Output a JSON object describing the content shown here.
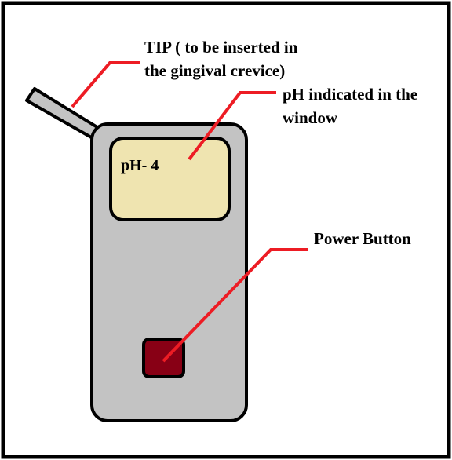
{
  "labels": {
    "tip_line1": "TIP ( to be inserted in",
    "tip_line2": "the gingival crevice)",
    "window_line1": "pH indicated in the",
    "window_line2": "window",
    "power": "Power Button",
    "display_reading": "pH- 4"
  },
  "colors": {
    "frame": "#000000",
    "device_body": "#c3c3c3",
    "display_window": "#efe4b0",
    "power_button": "#880015",
    "leader_lines": "#ed1c24"
  },
  "icons": {
    "device": "ph-meter-device",
    "button": "power-button-icon"
  }
}
